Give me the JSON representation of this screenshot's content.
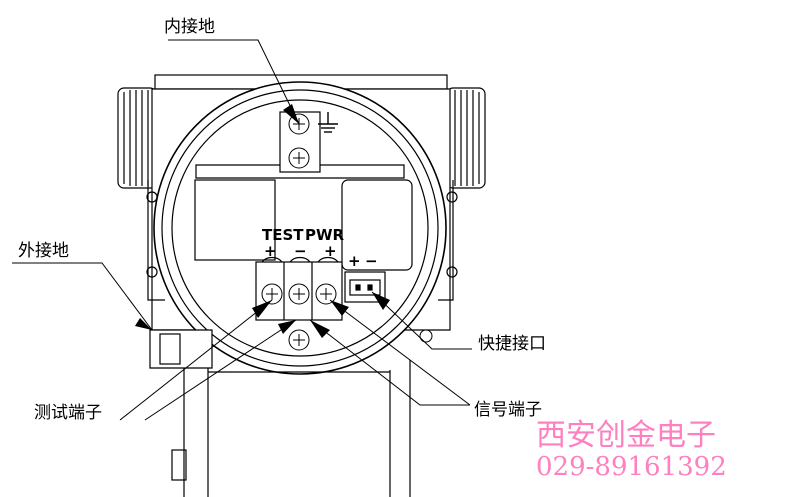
{
  "labels": {
    "inner_ground": "内接地",
    "outer_ground": "外接地",
    "quick_connector": "快捷接口",
    "test_terminal": "测试端子",
    "signal_terminal": "信号端子"
  },
  "terminal_text": {
    "test": "TEST",
    "pwr": "PWR",
    "plus_left": "+",
    "minus_mid": "−",
    "plus_right": "+",
    "quick_plus": "+",
    "quick_minus": "−"
  },
  "brand": {
    "company": "西安创金电子",
    "phone": "029-89161392",
    "color": "#ff80c0"
  },
  "icons": [
    "ground-icon",
    "screw-icon"
  ]
}
